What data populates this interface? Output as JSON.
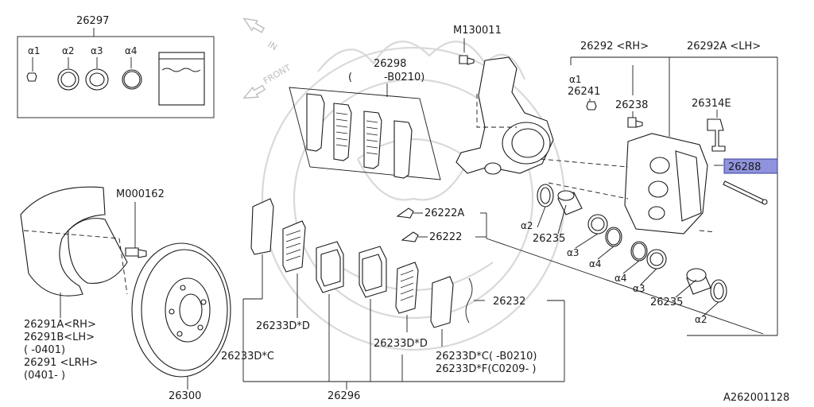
{
  "diagram_code": "A262001128",
  "direction_labels": {
    "in": "IN",
    "front": "FRONT"
  },
  "callouts": {
    "p26297": "26297",
    "a1_top": "α1",
    "a2_top": "α2",
    "a3_top": "α3",
    "a4_top": "α4",
    "p26298": "26298",
    "p26298_paren": "(",
    "p26298_range": "-B0210)",
    "m130011": "M130011",
    "p26292_rh": "26292 <RH>",
    "p26292a_lh": "26292A <LH>",
    "a1_mid": "α1",
    "p26241": "26241",
    "p26238": "26238",
    "p26314e": "26314E",
    "p26288": "26288",
    "m000162": "M000162",
    "p26222a": "26222A",
    "p26222": "26222",
    "a2_mid": "α2",
    "p26235_a": "26235",
    "a3_mid": "α3",
    "a4_mid": "α4",
    "a4_low": "α4",
    "a3_low": "α3",
    "p26235_b": "26235",
    "a2_low": "α2",
    "p26232": "26232",
    "p26291a": "26291A<RH>",
    "p26291b": "26291B<LH>",
    "p26291b_range": "(    -0401)",
    "p26291": "26291  <LRH>",
    "p26291_range": "(0401-     )",
    "p26300": "26300",
    "p26233d_d_left": "26233D*D",
    "p26233d_c_left": "26233D*C",
    "p26233d_d_right": "26233D*D",
    "p26233d_c_right": "26233D*C(     -B0210)",
    "p26233d_f": "26233D*F(C0209-      )",
    "p26296": "26296"
  }
}
